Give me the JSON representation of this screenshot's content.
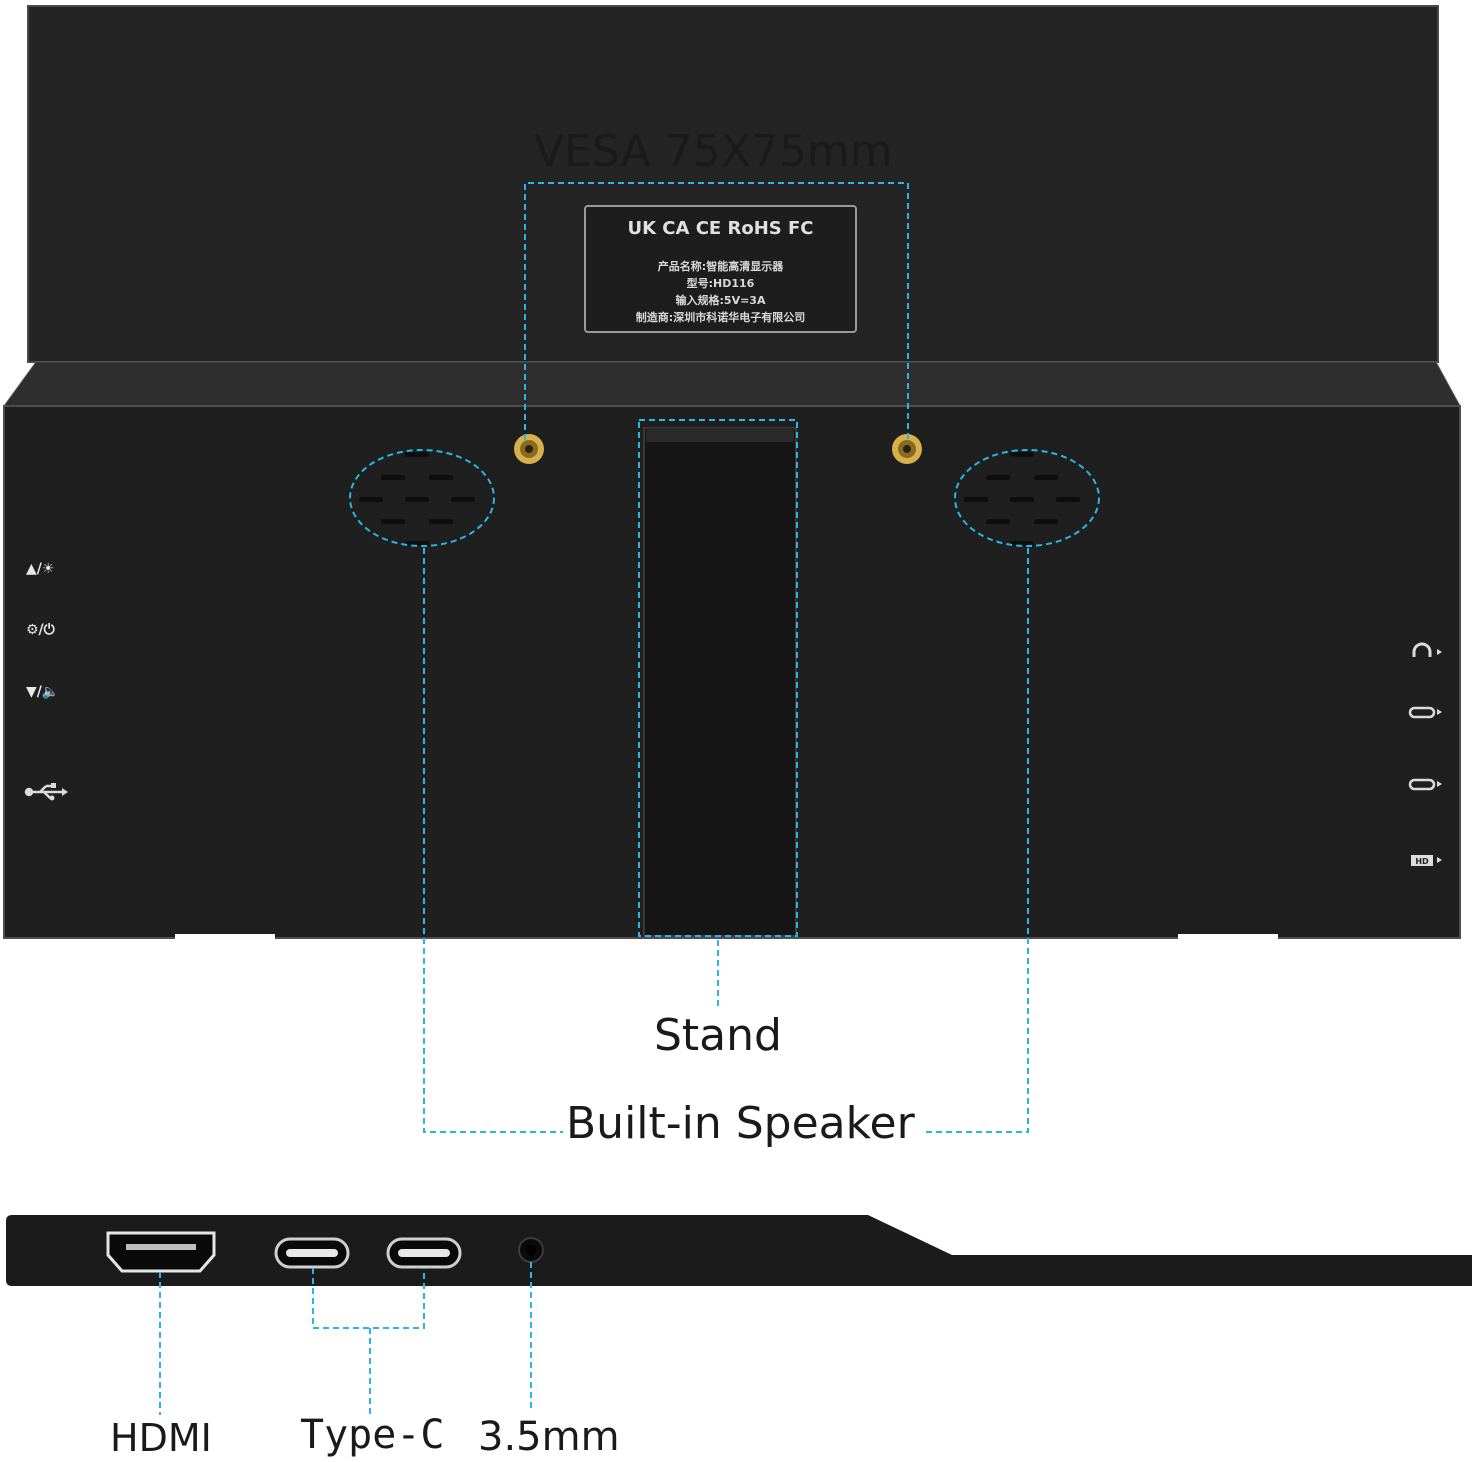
{
  "labels": {
    "vesa": "VESA 75X75mm",
    "stand": "Stand",
    "speaker": "Built-in Speaker",
    "hdmi": "HDMI",
    "typec": "Type-C",
    "audio": "3.5mm"
  },
  "certification_label": {
    "marks": "UK CA  CE  RoHS  FC",
    "line1": "产品名称:智能高清显示器",
    "line2": "型号:HD116",
    "line3": "输入规格:5V=3A",
    "line4": "制造商:深圳市科诺华电子有限公司"
  },
  "side_buttons": {
    "up": "▲/☀",
    "menu": "⚙/⏻",
    "down": "▼/🔈"
  },
  "side_port_icons": [
    "headphone-icon",
    "usb-c-icon",
    "usb-c-icon",
    "hdmi-icon"
  ],
  "colors": {
    "accent": "#29b6e6",
    "body": "#1c1c1c",
    "screen": "#262626",
    "screw": "#c9a23a"
  }
}
